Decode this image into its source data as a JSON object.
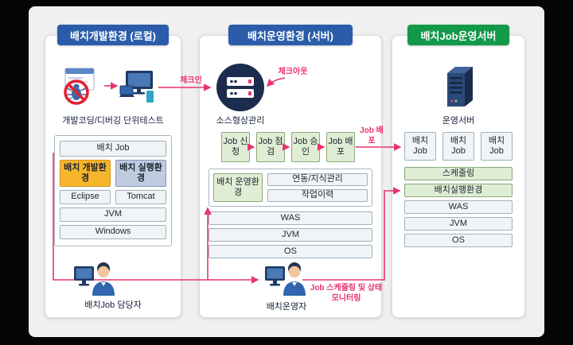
{
  "colors": {
    "header_blue": "#2a5caa",
    "header_green": "#12994a",
    "arrow_red": "#e8356d",
    "highlight_orange": "#f7b52c"
  },
  "left": {
    "header": "배치개발환경 (로컬)",
    "caption": "개발코딩/디버깅 단위테스트",
    "stack": {
      "batch_job": "배치 Job",
      "dev_env": "배치 개발환경",
      "run_env": "배치 실행환경",
      "eclipse": "Eclipse",
      "tomcat": "Tomcat",
      "jvm": "JVM",
      "windows": "Windows"
    },
    "person": "배치Job 담당자"
  },
  "middle": {
    "header": "배치운영환경 (서버)",
    "scm_label": "소스형상관리",
    "checkin": "체크인",
    "checkout": "체크아웃",
    "flow": {
      "request": "Job 신청",
      "inspect": "Job 점검",
      "approve": "Job 승인",
      "deploy": "Job 배포"
    },
    "ops": {
      "env": "배치 운영환경",
      "link": "연동/지식관리",
      "history": "작업이력"
    },
    "was": "WAS",
    "jvm": "JVM",
    "os": "OS",
    "person": "배치운영자",
    "monitoring": "Job 스케줄링 및 상태 모니터링"
  },
  "right": {
    "header": "배치Job운영서버",
    "server_label": "운영서버",
    "deploy_label": "Job 배포",
    "jobs": [
      "배치 Job",
      "배치 Job",
      "배치 Job"
    ],
    "scheduling": "스케줄링",
    "exec_env": "배치실행환경",
    "was": "WAS",
    "jvm": "JVM",
    "os": "OS"
  }
}
